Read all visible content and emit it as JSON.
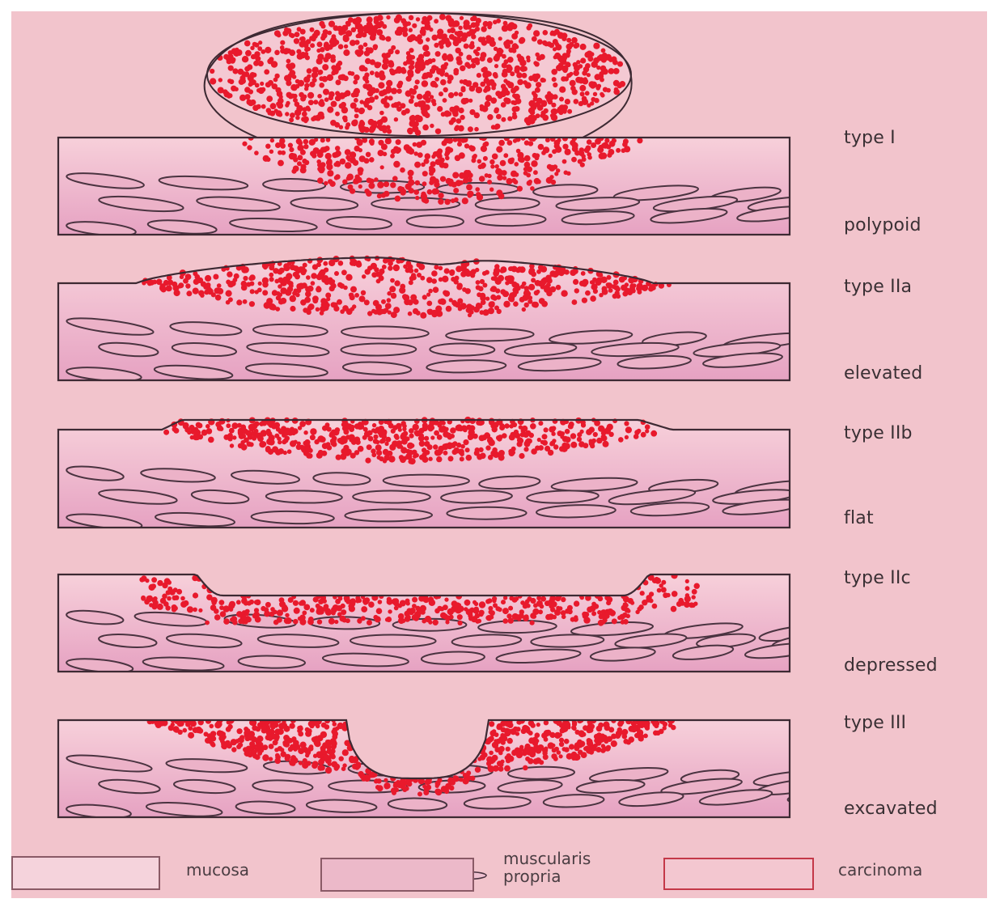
{
  "colors": {
    "background": "#f2c4cc",
    "mucosa": "#f5cbd6",
    "mucosa_deep": "#e59bbd",
    "muscle_stroke": "#4a3340",
    "carcinoma": "#e8192c",
    "outline": "#3d2a33"
  },
  "types": [
    {
      "type_label": "type I",
      "shape_label": "polypoid",
      "shape": "polypoid"
    },
    {
      "type_label": "type IIa",
      "shape_label": "elevated",
      "shape": "elevated"
    },
    {
      "type_label": "type IIb",
      "shape_label": "flat",
      "shape": "flat"
    },
    {
      "type_label": "type IIc",
      "shape_label": "depressed",
      "shape": "depressed"
    },
    {
      "type_label": "type III",
      "shape_label": "excavated",
      "shape": "excavated"
    }
  ],
  "legend": {
    "mucosa": "mucosa",
    "muscularis_line1": "muscularis",
    "muscularis_line2": "propria",
    "carcinoma": "carcinoma"
  }
}
